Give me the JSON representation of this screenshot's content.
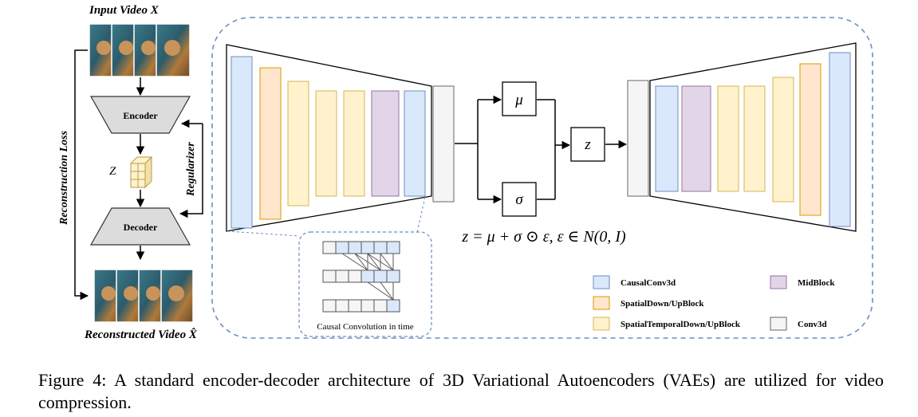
{
  "left": {
    "input_label": "Input Video X",
    "encoder": "Encoder",
    "decoder": "Decoder",
    "z_label": "Z",
    "regularizer": "Regularizer",
    "loss": "Reconstruction Loss",
    "output_label": "Reconstructed Video X̂"
  },
  "main": {
    "mu": "μ",
    "sigma": "σ",
    "z": "z",
    "equation": "z = μ + σ ⊙ ε, ε ∈ N(0, I)",
    "inset_label": "Causal Convolution in time"
  },
  "legend": {
    "items": [
      {
        "label": "CausalConv3d",
        "color": "#dae8fc",
        "stroke": "#6c8ebf"
      },
      {
        "label": "SpatialDown/UpBlock",
        "color": "#ffe6cc",
        "stroke": "#d79b00"
      },
      {
        "label": "SpatialTemporalDown/UpBlock",
        "color": "#fff2cc",
        "stroke": "#d6b656"
      },
      {
        "label": "MidBlock",
        "color": "#e1d5e7",
        "stroke": "#9673a6"
      },
      {
        "label": "Conv3d",
        "color": "#f5f5f5",
        "stroke": "#666666"
      }
    ]
  },
  "colors": {
    "causal": "#dae8fc",
    "spatial": "#ffe6cc",
    "spatiotemporal": "#fff2cc",
    "mid": "#e1d5e7",
    "conv": "#f5f5f5",
    "dash": "#6c8ebf"
  },
  "caption": {
    "label": "Figure 4:",
    "text": "A standard encoder-decoder architecture of 3D Variational Autoencoders (VAEs) are utilized for video compression."
  }
}
